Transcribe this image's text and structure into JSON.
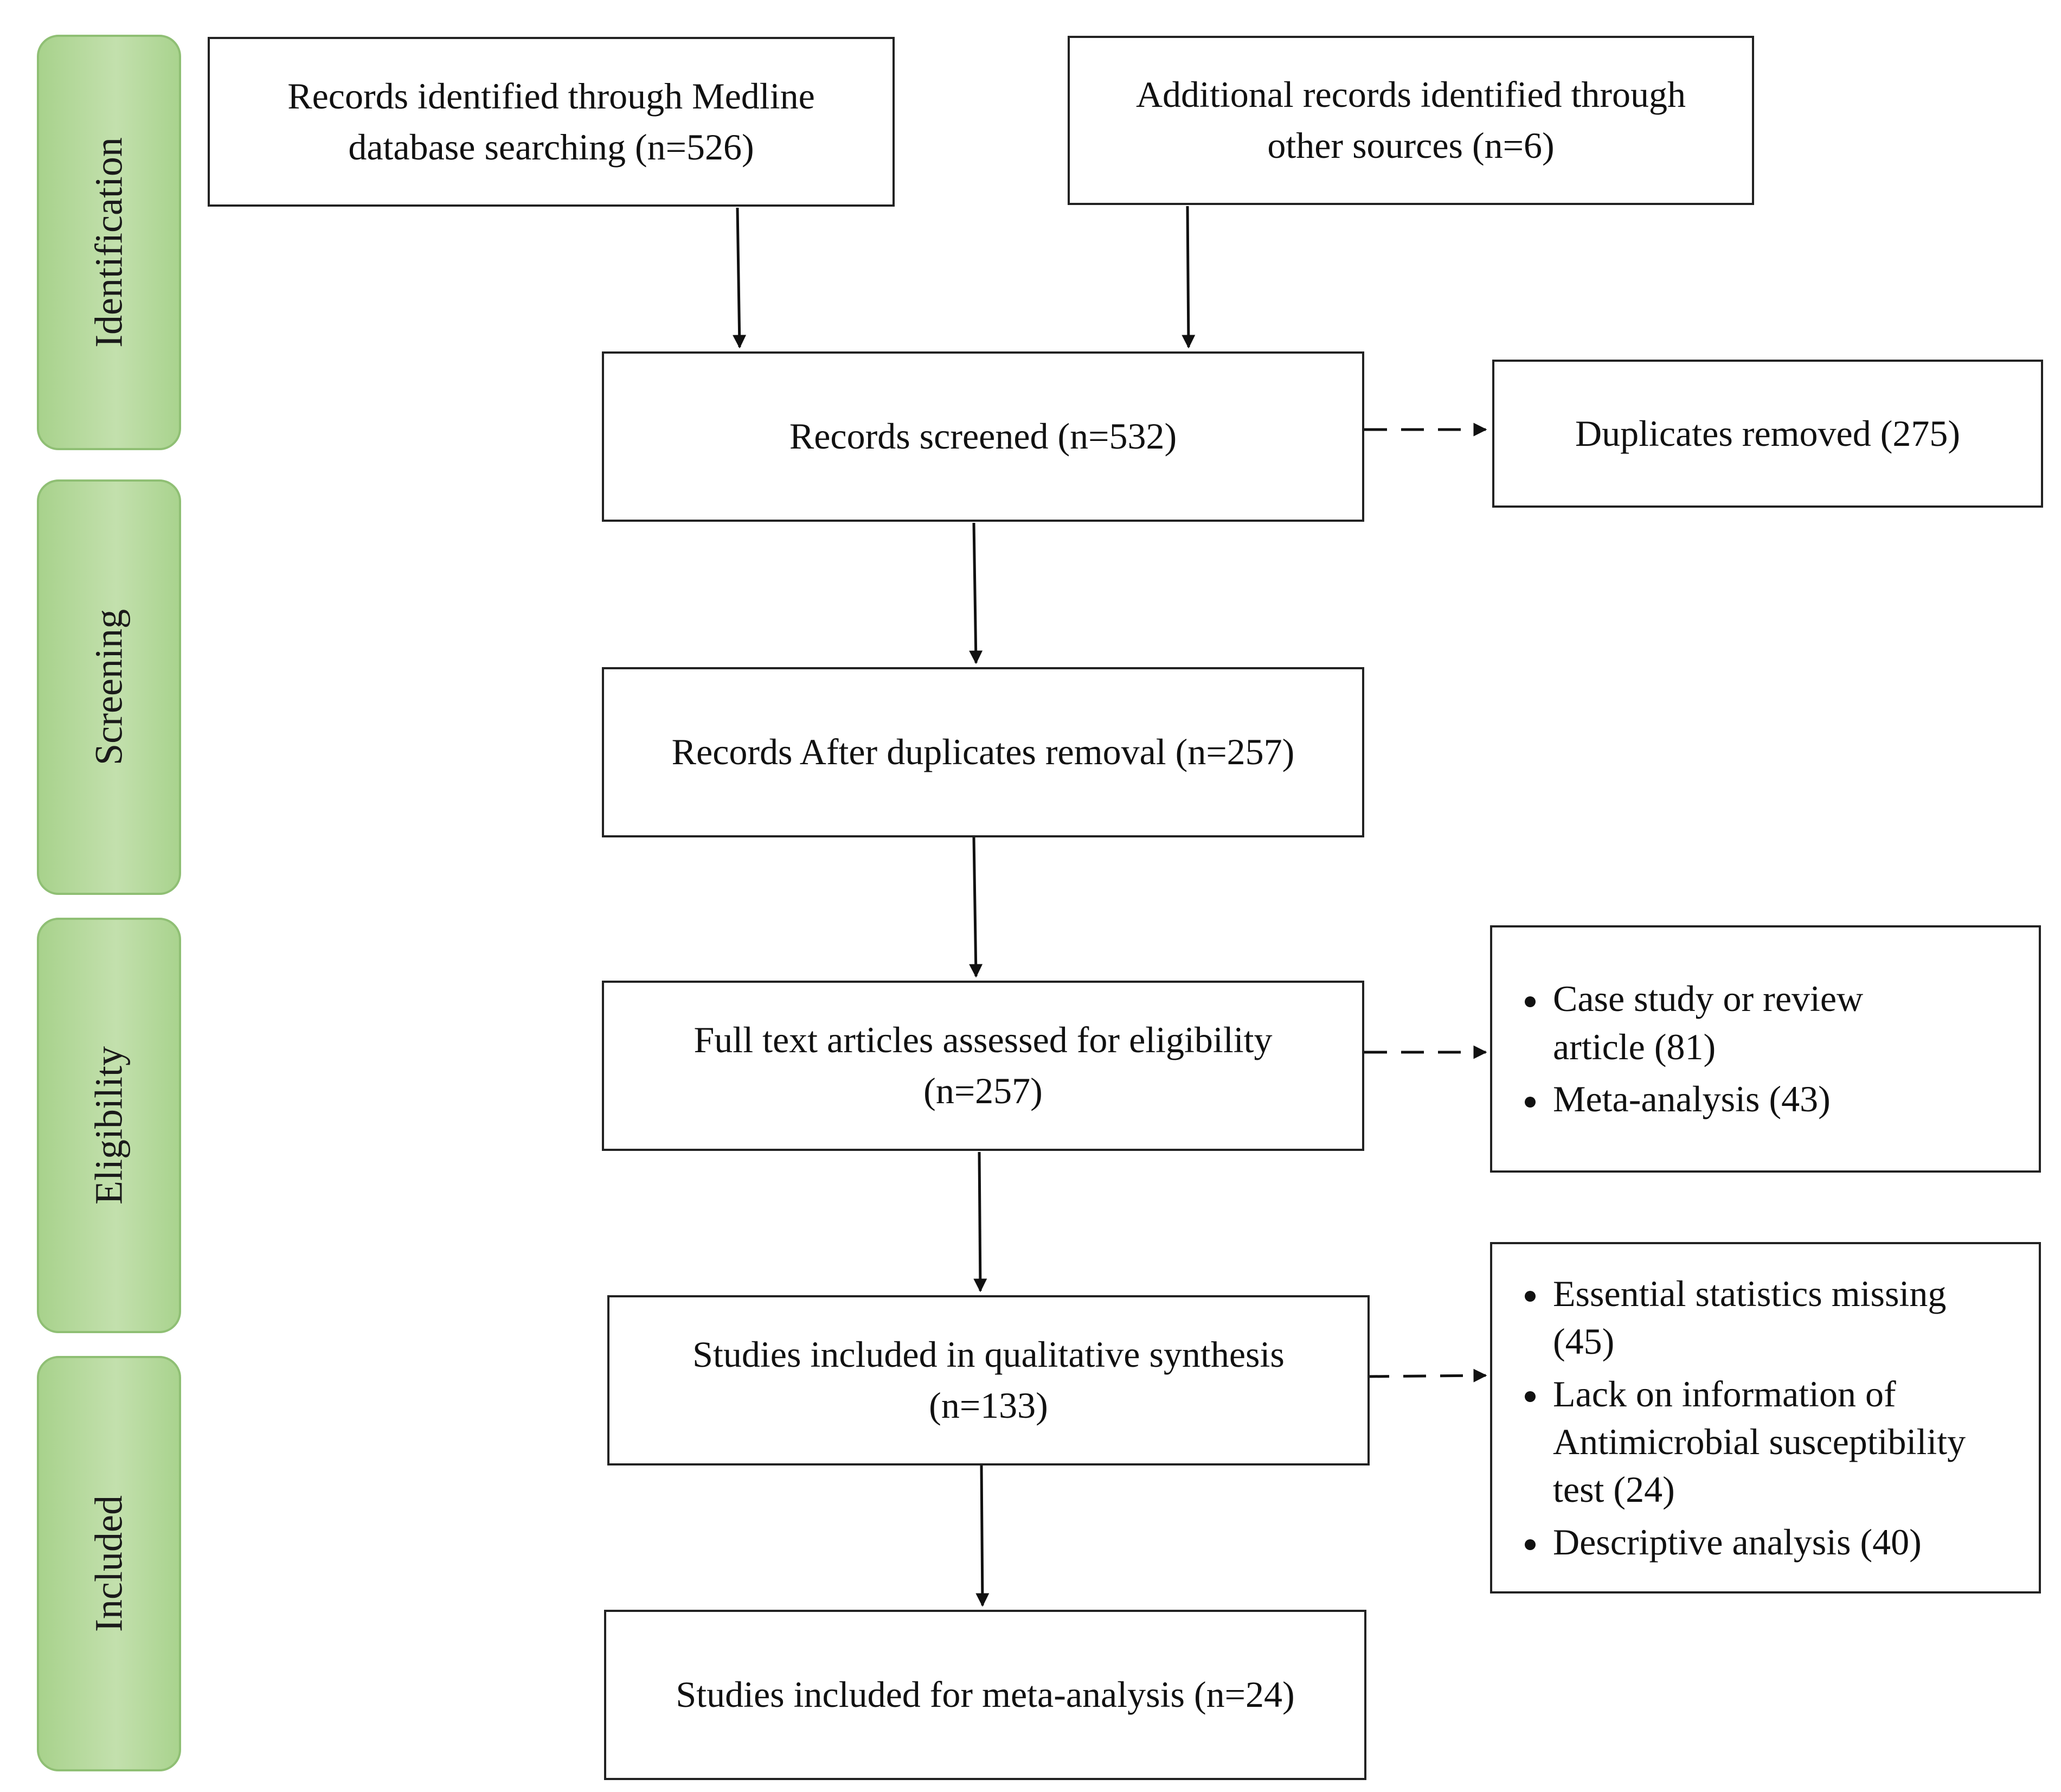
{
  "phases": [
    {
      "label": "Identification"
    },
    {
      "label": "Screening"
    },
    {
      "label": "Eligibility"
    },
    {
      "label": "Included"
    }
  ],
  "boxes": {
    "medline": "Records identified through Medline database searching (n=526)",
    "other_sources": "Additional records identified through other sources (n=6)",
    "screened": "Records screened (n=532)",
    "duplicates_removed": "Duplicates removed (275)",
    "after_duplicates": "Records After duplicates removal (n=257)",
    "fulltext_assessed": "Full text articles assessed for eligibility (n=257)",
    "qualitative": "Studies included in qualitative synthesis (n=133)",
    "meta_analysis": "Studies included for meta-analysis (n=24)"
  },
  "exclusions": {
    "eligibility": [
      "Case study or review article (81)",
      "Meta-analysis (43)"
    ],
    "qualitative": [
      "Essential statistics missing (45)",
      "Lack on information of Antimicrobial susceptibility test (24)",
      "Descriptive analysis (40)"
    ]
  }
}
